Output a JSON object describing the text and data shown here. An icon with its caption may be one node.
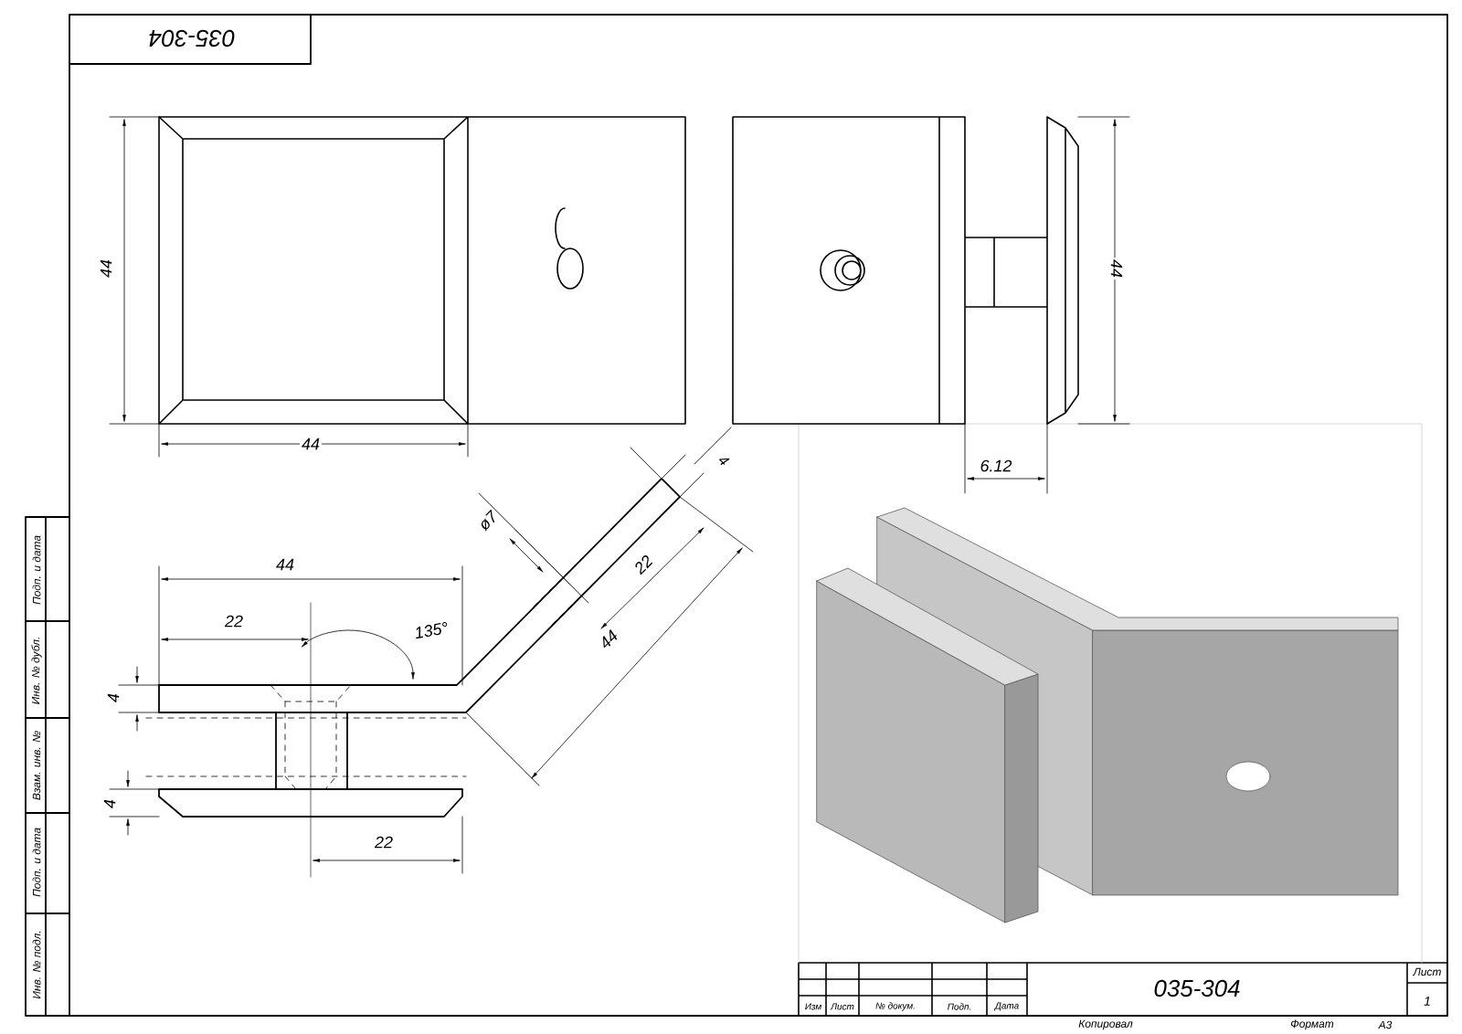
{
  "diagram": {
    "labels": [
      "035-304",
      "44",
      "44",
      "44",
      "4",
      "6.12",
      "ø7",
      "44",
      "22",
      "22",
      "135°",
      "44",
      "4",
      "4",
      "22",
      "Подп. и дата",
      "Инв. № дубл.",
      "Взам. инв. №",
      "Подп. и дата",
      "Инв. № подл.",
      "035-304",
      "Лист",
      "1",
      "Изм",
      "Лист",
      "№ докум.",
      "Подп.",
      "Дата",
      "Копировал",
      "Формат",
      "А3"
    ]
  }
}
